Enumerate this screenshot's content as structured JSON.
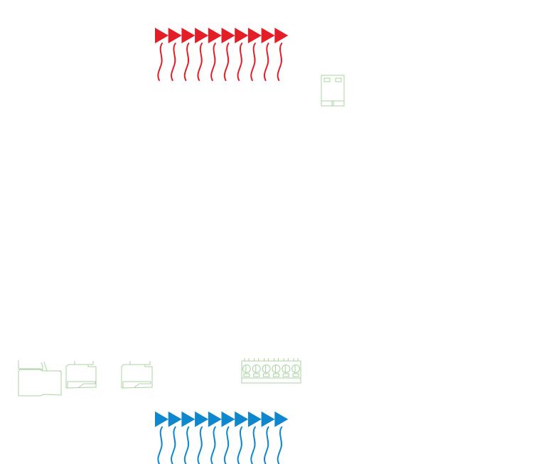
{
  "canvas": {
    "background": "#ffffff"
  },
  "colors": {
    "hot_arrow": "#e41e26",
    "cold_arrow": "#0e87cf",
    "connector_outline": "#a9d3a0"
  },
  "symbols": {
    "hot_flow_arrows": {
      "icon": "wavy-flow-arrow-icon",
      "count": 10,
      "color_key": "hot_arrow",
      "direction": "right"
    },
    "cold_flow_arrows": {
      "icon": "wavy-flow-arrow-icon",
      "count": 10,
      "color_key": "cold_arrow",
      "direction": "right"
    },
    "dual_pin_connector": {
      "icon": "two-pin-header-icon",
      "pins": 2
    },
    "terminal_block": {
      "icon": "screw-terminal-block-icon",
      "positions": 6
    },
    "side_connectors": [
      {
        "icon": "large-side-connector-icon"
      },
      {
        "icon": "side-connector-icon"
      },
      {
        "icon": "side-connector-icon"
      }
    ]
  }
}
